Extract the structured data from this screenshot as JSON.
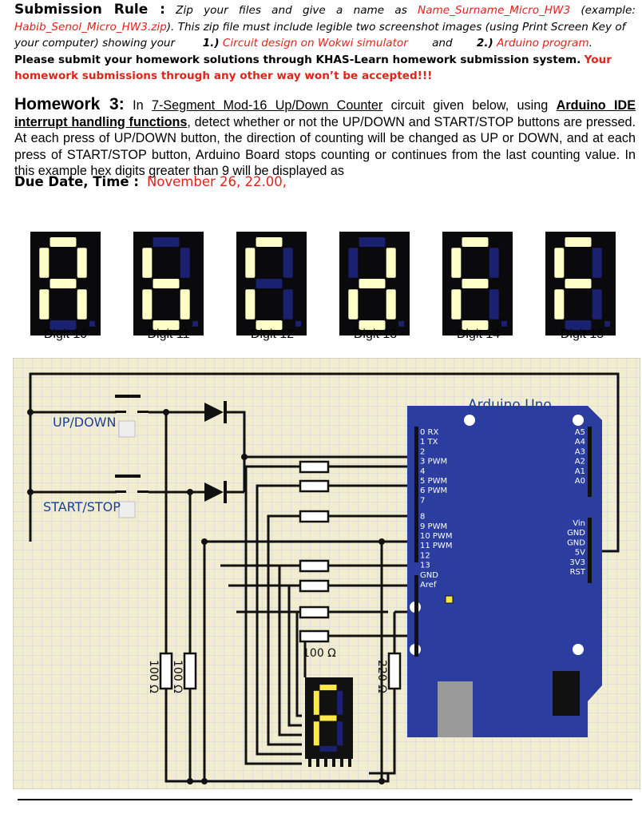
{
  "rule": {
    "title": "Submission Rule :",
    "zip_text_1": "Zip your files and give a name as ",
    "zip_name": "Name_Surname_Micro_HW3",
    "example_open": " (example: ",
    "example_name": "Habib_Senol_Micro_HW3.zip",
    "example_close": "). This zip file must include legible two screenshot images (using Print Screen Key of your computer) showing your",
    "item1_num": "1.)",
    "item1": "Circuit design on Wokwi simulator",
    "and": "and",
    "item2_num": "2.)",
    "item2": "Arduino program",
    "period": ".",
    "submit_text": "Please submit your homework solutions through KHAS-Learn homework submission system.",
    "warning": "Your homework submissions through any other way won’t be accepted!!!"
  },
  "homework": {
    "title": "Homework 3:",
    "in": "In",
    "circuit_name": "7-Segment Mod-16 Up/Down Counter",
    "text_a": "circuit given below, using",
    "arduino_functions": "Arduino IDE interrupt handling functions",
    "text_b": ", detect whether or not the UP/DOWN and START/STOP buttons are pressed. At each press of UP/DOWN button, the direction of counting will be changed as UP or DOWN, and at each press of START/STOP button, Arduino Board stops counting or continues from the last counting value. In this example hex digits greater than 9 will be displayed as"
  },
  "due": {
    "label": "Due Date, Time :",
    "value": "November 26, 22.00,"
  },
  "digits": [
    {
      "label": "Digit 10",
      "segments": [
        "a",
        "b",
        "c",
        "e",
        "f",
        "g"
      ]
    },
    {
      "label": "Digit 11",
      "segments": [
        "c",
        "d",
        "e",
        "f",
        "g"
      ]
    },
    {
      "label": "Digit 12",
      "segments": [
        "a",
        "d",
        "e",
        "f"
      ]
    },
    {
      "label": "Digit 13",
      "segments": [
        "b",
        "c",
        "d",
        "e",
        "g"
      ]
    },
    {
      "label": "Digit 14",
      "segments": [
        "a",
        "d",
        "e",
        "f",
        "g"
      ]
    },
    {
      "label": "Digit 15",
      "segments": [
        "a",
        "e",
        "f",
        "g"
      ]
    }
  ],
  "circuit": {
    "board_name": "Arduino Uno",
    "up_down_label": "UP/DOWN",
    "start_stop_label": "START/STOP",
    "left_pins": [
      "0 RX",
      "1 TX",
      "2",
      "3 PWM",
      "4",
      "5 PWM",
      "6 PWM",
      "7",
      "8",
      "9 PWM",
      "10 PWM",
      "11 PWM",
      "12",
      "13",
      "GND",
      "Aref"
    ],
    "right_pins_top": [
      "A5",
      "A4",
      "A3",
      "A2",
      "A1",
      "A0"
    ],
    "right_pins_power": [
      "Vin",
      "GND",
      "GND",
      "5V",
      "3V3",
      "RST"
    ],
    "resistor_100": "100 Ω",
    "resistor_220": "220 Ω",
    "display_segments": [
      "a",
      "b",
      "c",
      "d",
      "e",
      "f",
      "g"
    ],
    "colors": {
      "board": "#2b3d9e",
      "grid": "#f3edcf",
      "lit": "#ffffc8",
      "display_lit": "#ffe84a"
    }
  }
}
